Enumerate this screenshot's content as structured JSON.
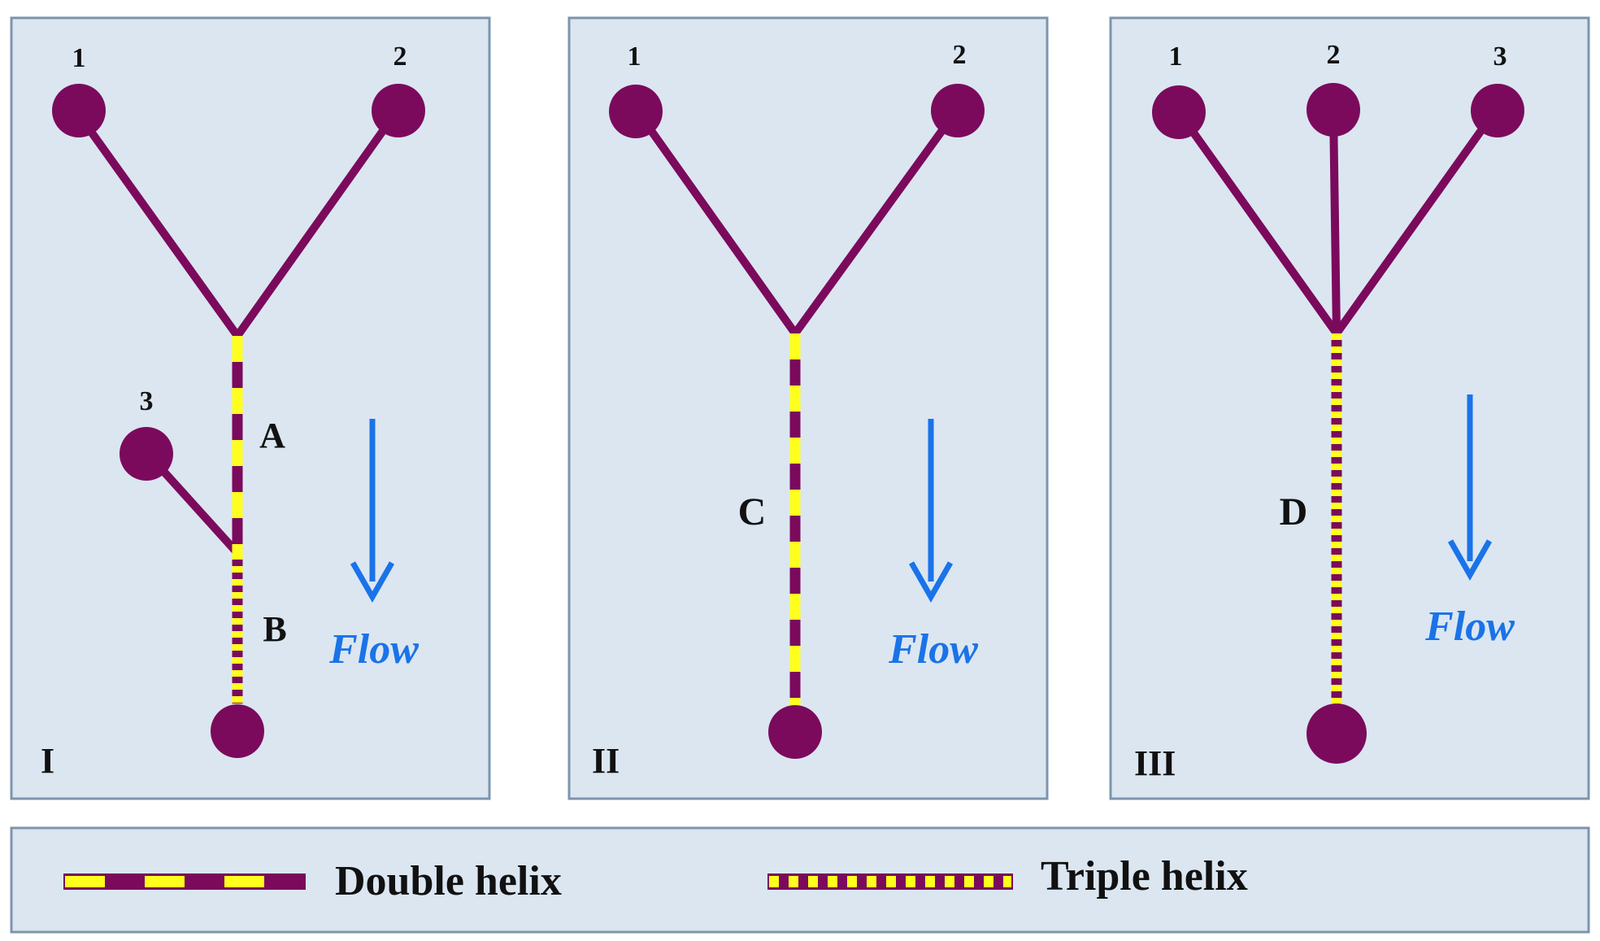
{
  "colors": {
    "panel_fill": "#dbe6f1",
    "panel_stroke": "#7c95ad",
    "branch": "#7b0a5c",
    "helix_yellow": "#ffff1e",
    "arrow": "#1a73e8",
    "text": "#111111"
  },
  "panels": [
    {
      "roman": "I",
      "nodes": [
        {
          "label": "1"
        },
        {
          "label": "2"
        },
        {
          "label": "3"
        }
      ],
      "segments": [
        "A",
        "B"
      ],
      "flow": "Flow"
    },
    {
      "roman": "II",
      "nodes": [
        {
          "label": "1"
        },
        {
          "label": "2"
        }
      ],
      "segments": [
        "C"
      ],
      "flow": "Flow"
    },
    {
      "roman": "III",
      "nodes": [
        {
          "label": "1"
        },
        {
          "label": "2"
        },
        {
          "label": "3"
        }
      ],
      "segments": [
        "D"
      ],
      "flow": "Flow"
    }
  ],
  "legend": {
    "double_helix": "Double helix",
    "triple_helix": "Triple helix"
  }
}
